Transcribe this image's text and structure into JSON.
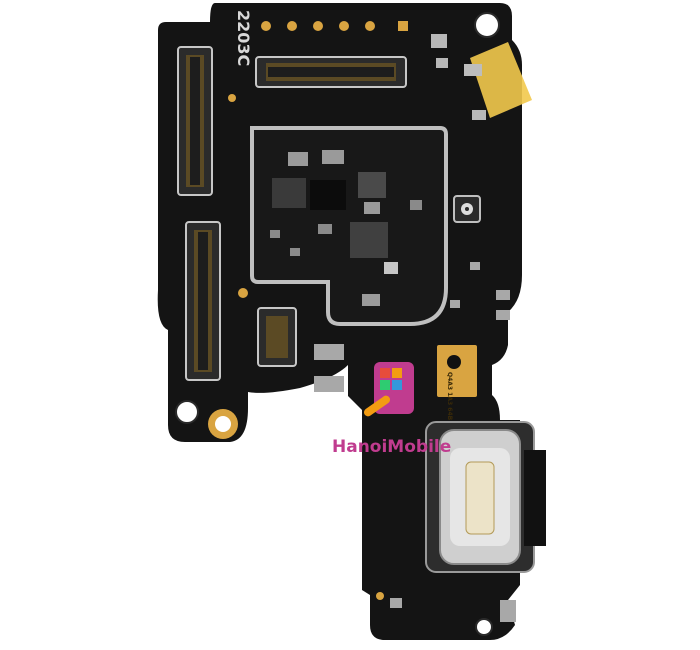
{
  "product": {
    "kind": "charging-port-sub-board",
    "board_color": "#141414",
    "pad_color": "#d9a441",
    "silkscreen_color": "#d8d8d8",
    "shield_outline_color": "#bfbfbf",
    "kapton_tape_color": "#f2c94c",
    "usb_port_color": "#cfcfcf"
  },
  "silkscreen": {
    "board_code": "2203C",
    "chip_marking": "Q4A3 1A3 64B"
  },
  "watermark": {
    "brand_text": "HanoiMobile",
    "brand_color": "#c03c8f",
    "icon_name": "phone-wrench-logo"
  }
}
